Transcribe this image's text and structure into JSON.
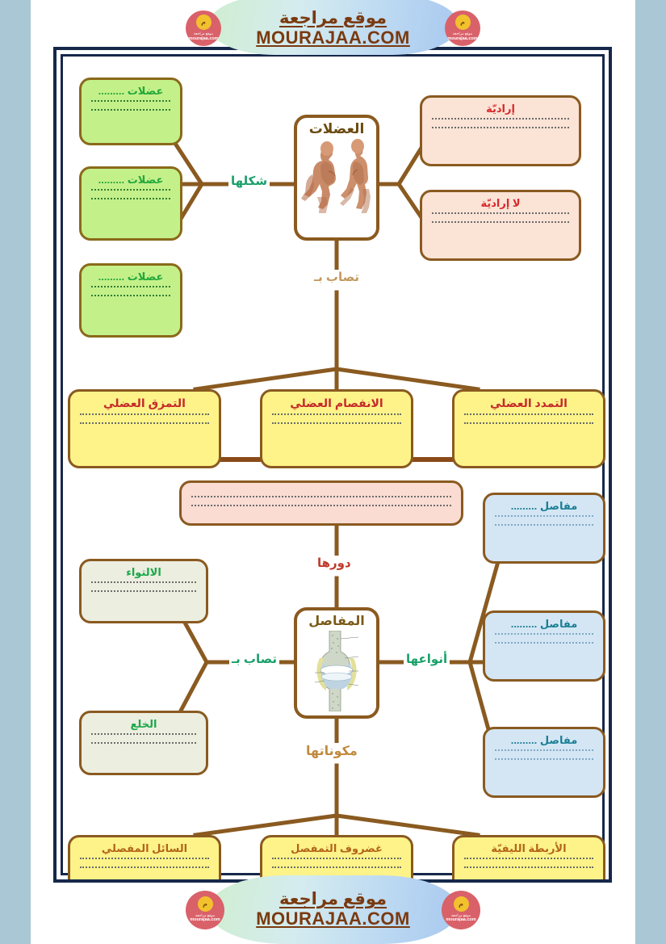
{
  "banner": {
    "arabic": "موقع مراجعة",
    "english": "MOURAJAA.COM",
    "logo_badge": "م",
    "logo_caption_small": "موقع مراجعة",
    "logo_caption_big": "mourajaa.com"
  },
  "colors": {
    "page_background": "#a9c7d4",
    "frame_navy": "#16284a",
    "connector_brown": "#8a5a20",
    "green_box": "#c4f08a",
    "peach_box": "#fbe3d6",
    "yellow_box": "#fdf389",
    "cream_box": "#eceee0",
    "blue_box": "#d4e6f4",
    "pink_box": "#fbdcd2"
  },
  "muscles_section": {
    "hub_title": "العضلات",
    "hub_art": "muscular-system-figures-image",
    "shape_label": "شكلها",
    "injury_label": "تصاب بـ",
    "shape_boxes": [
      {
        "title": "عضلات ........."
      },
      {
        "title": "عضلات ........."
      },
      {
        "title": "عضلات ........."
      }
    ],
    "control_boxes": [
      {
        "title": "إراديّة"
      },
      {
        "title": "لا إراديّة"
      }
    ],
    "injury_boxes": [
      {
        "title": "التمزق العضلي"
      },
      {
        "title": "الانفصام العضلي"
      },
      {
        "title": "التمدد العضلي"
      }
    ]
  },
  "joints_section": {
    "hub_title": "المفاصل",
    "hub_art": "knee-joint-cross-section-image",
    "role_label": "دورها",
    "injury_label": "تصاب بـ",
    "types_label": "أنواعها",
    "components_label": "مكوناتها",
    "role_box": {
      "title": ""
    },
    "injury_boxes": [
      {
        "title": "الالتواء"
      },
      {
        "title": "الخلع"
      }
    ],
    "type_boxes": [
      {
        "title": "مفاصل ........."
      },
      {
        "title": "مفاصل ........."
      },
      {
        "title": "مفاصل ........."
      }
    ],
    "component_boxes": [
      {
        "title": "السائل المفصلي"
      },
      {
        "title": "غضروف التمفصل"
      },
      {
        "title": "الأربطة الليفيّة"
      }
    ]
  }
}
